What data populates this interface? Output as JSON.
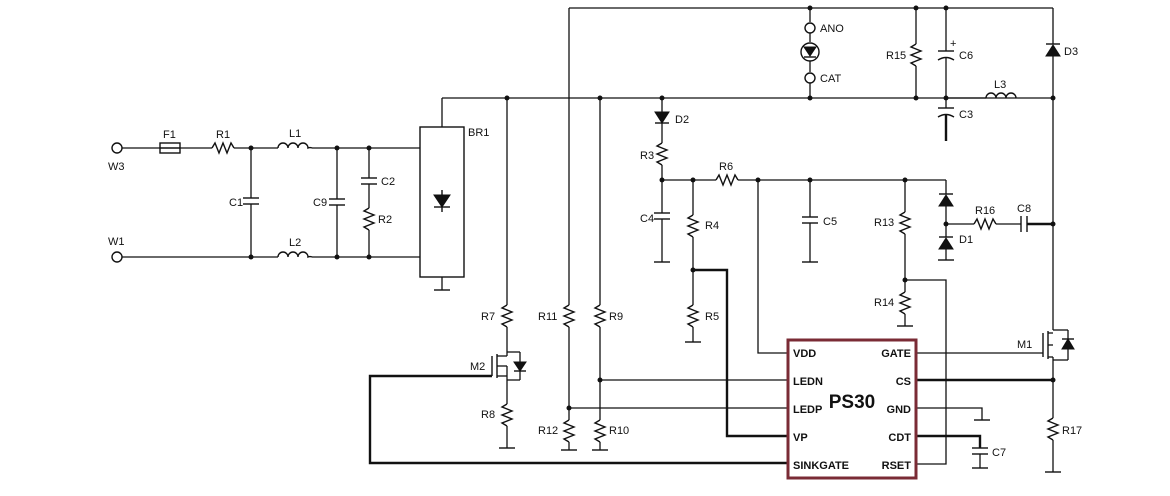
{
  "colors": {
    "ic_border": "#7a2b35",
    "wire": "#111111"
  },
  "ic": {
    "name": "PS30",
    "pins_left": [
      "VDD",
      "LEDN",
      "LEDP",
      "VP",
      "SINKGATE"
    ],
    "pins_right": [
      "GATE",
      "CS",
      "GND",
      "CDT",
      "RSET"
    ]
  },
  "terminals": {
    "w3": "W3",
    "w1": "W1",
    "ano": "ANO",
    "cat": "CAT"
  },
  "components": {
    "F1": "F1",
    "R1": "R1",
    "L1": "L1",
    "L2": "L2",
    "C1": "C1",
    "C2": "C2",
    "C9": "C9",
    "R2": "R2",
    "BR1": "BR1",
    "R7": "R7",
    "M2": "M2",
    "R8": "R8",
    "R11": "R11",
    "R12": "R12",
    "R9": "R9",
    "R10": "R10",
    "D2": "D2",
    "R3": "R3",
    "C4": "C4",
    "R4": "R4",
    "R5": "R5",
    "R6": "R6",
    "C5": "C5",
    "R13": "R13",
    "R14": "R14",
    "D1": "D1",
    "R16": "R16",
    "C8": "C8",
    "R15": "R15",
    "C6": "C6",
    "C3": "C3",
    "L3": "L3",
    "D3": "D3",
    "M1": "M1",
    "R17": "R17",
    "C7": "C7"
  }
}
